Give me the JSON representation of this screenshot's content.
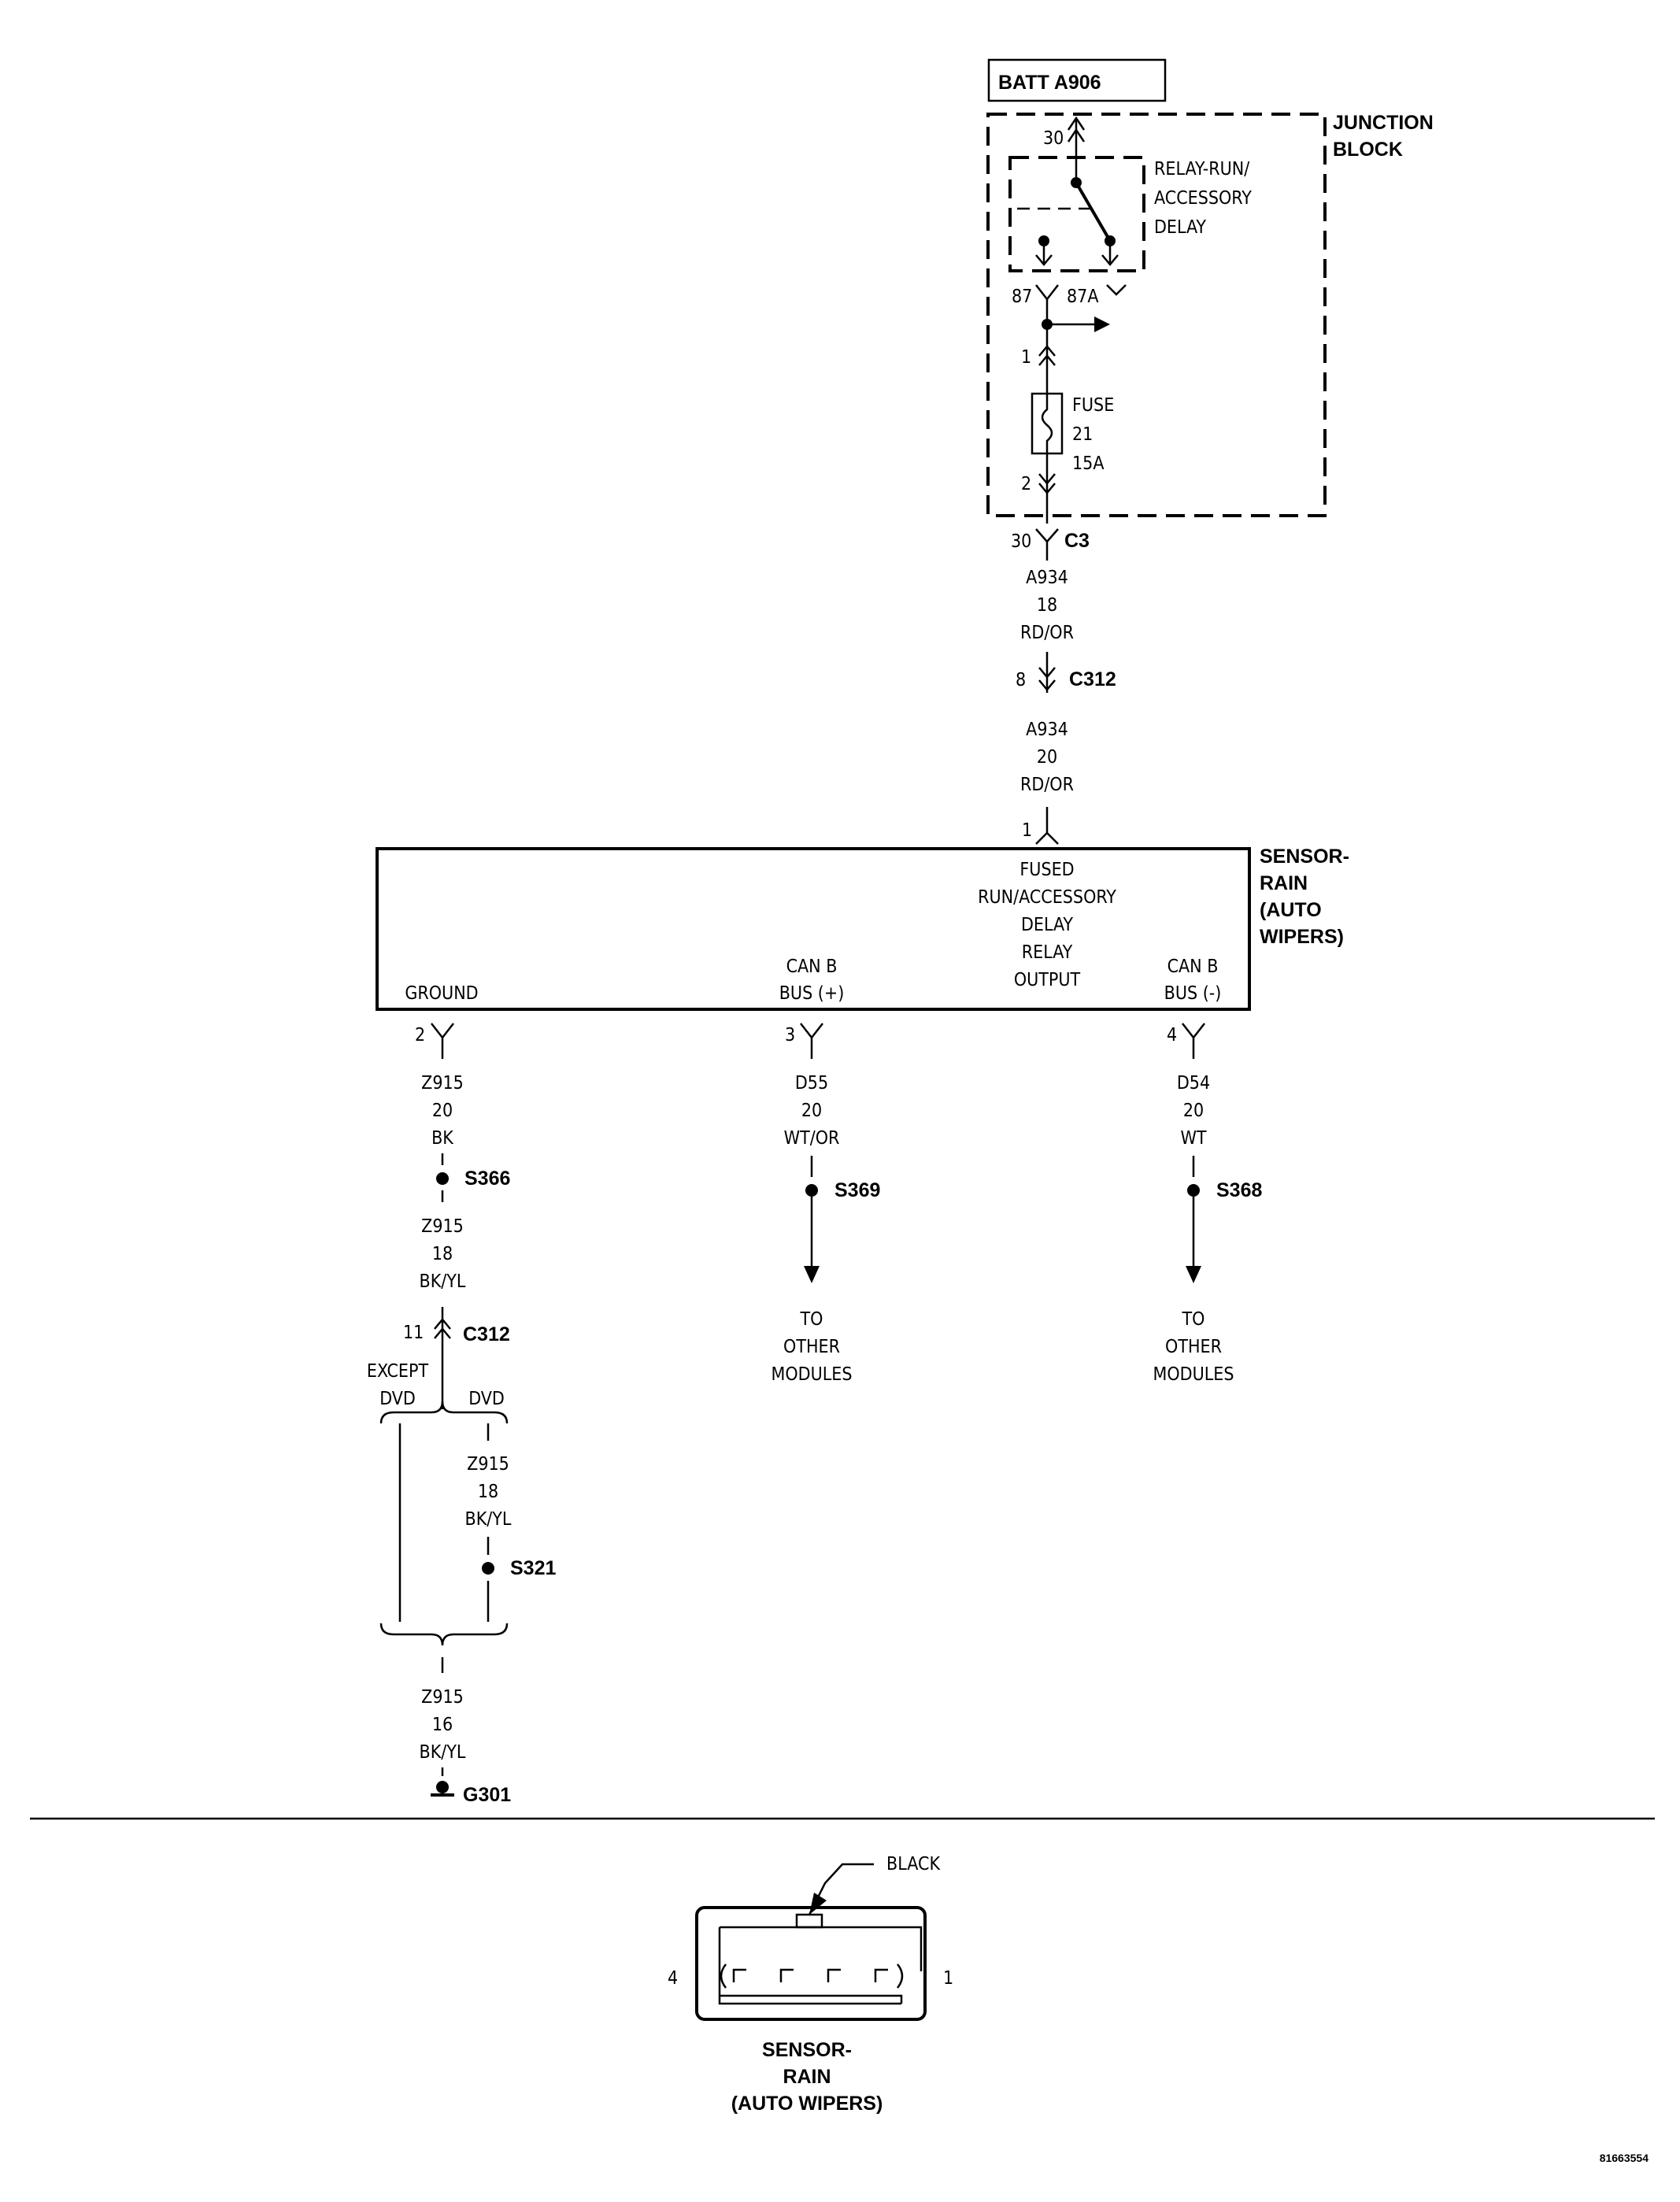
{
  "battery": {
    "label": "BATT A906"
  },
  "junction_block": {
    "title_line1": "JUNCTION",
    "title_line2": "BLOCK",
    "relay": {
      "line1": "RELAY-RUN/",
      "line2": "ACCESSORY",
      "line3": "DELAY",
      "pin_top": "30",
      "pin_87": "87",
      "pin_87a": "87A"
    },
    "fuse": {
      "pin_in": "1",
      "pin_out": "2",
      "line1": "FUSE",
      "line2": "21",
      "line3": "15A"
    }
  },
  "connector_c3": {
    "pin": "30",
    "name": "C3"
  },
  "wire_a934_upper": {
    "circuit": "A934",
    "gauge": "18",
    "color": "RD/OR"
  },
  "connector_c312_top": {
    "pin": "8",
    "name": "C312"
  },
  "wire_a934_lower": {
    "circuit": "A934",
    "gauge": "20",
    "color": "RD/OR"
  },
  "sensor_pin1": "1",
  "sensor": {
    "name_line1": "SENSOR-",
    "name_line2": "RAIN",
    "name_line3": "(AUTO",
    "name_line4": "WIPERS)",
    "fused_line1": "FUSED",
    "fused_line2": "RUN/ACCESSORY",
    "fused_line3": "DELAY",
    "fused_line4": "RELAY",
    "fused_line5": "OUTPUT",
    "ground": "GROUND",
    "canp_line1": "CAN B",
    "canp_line2": "BUS (+)",
    "cann_line1": "CAN B",
    "cann_line2": "BUS (-)"
  },
  "ground_branch": {
    "pin": "2",
    "wire1": {
      "circuit": "Z915",
      "gauge": "20",
      "color": "BK"
    },
    "splice1": "S366",
    "wire2": {
      "circuit": "Z915",
      "gauge": "18",
      "color": "BK/YL"
    },
    "connector_pin": "11",
    "connector_name": "C312",
    "except_line1": "EXCEPT",
    "except_line2": "DVD",
    "dvd": "DVD",
    "wire3": {
      "circuit": "Z915",
      "gauge": "18",
      "color": "BK/YL"
    },
    "splice2": "S321",
    "wire4": {
      "circuit": "Z915",
      "gauge": "16",
      "color": "BK/YL"
    },
    "ground_point": "G301"
  },
  "canp_branch": {
    "pin": "3",
    "wire": {
      "circuit": "D55",
      "gauge": "20",
      "color": "WT/OR"
    },
    "splice": "S369",
    "to_line1": "TO",
    "to_line2": "OTHER",
    "to_line3": "MODULES"
  },
  "cann_branch": {
    "pin": "4",
    "wire": {
      "circuit": "D54",
      "gauge": "20",
      "color": "WT"
    },
    "splice": "S368",
    "to_line1": "TO",
    "to_line2": "OTHER",
    "to_line3": "MODULES"
  },
  "connector_view": {
    "color_label": "BLACK",
    "pin_left": "4",
    "pin_right": "1",
    "name_line1": "SENSOR-",
    "name_line2": "RAIN",
    "name_line3": "(AUTO WIPERS)"
  },
  "figure_id": "81663554"
}
